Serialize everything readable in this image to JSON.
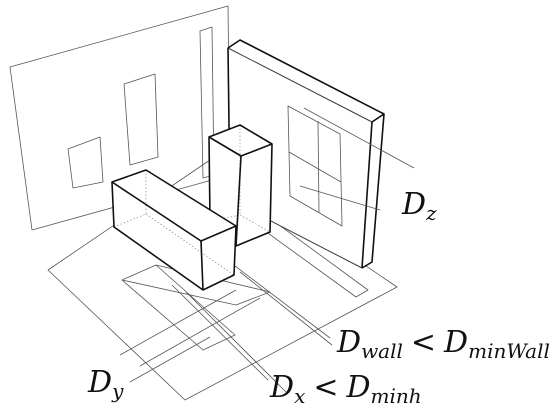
{
  "labels": {
    "dz": {
      "base": "D",
      "sub": "z"
    },
    "dwall": {
      "left_base": "D",
      "left_sub": "wall",
      "op": "<",
      "right_base": "D",
      "right_sub": "minWall"
    },
    "dy": {
      "base": "D",
      "sub": "y"
    },
    "dx": {
      "left_base": "D",
      "left_sub": "x",
      "op": "<",
      "right_base": "D",
      "right_sub": "minh"
    }
  }
}
